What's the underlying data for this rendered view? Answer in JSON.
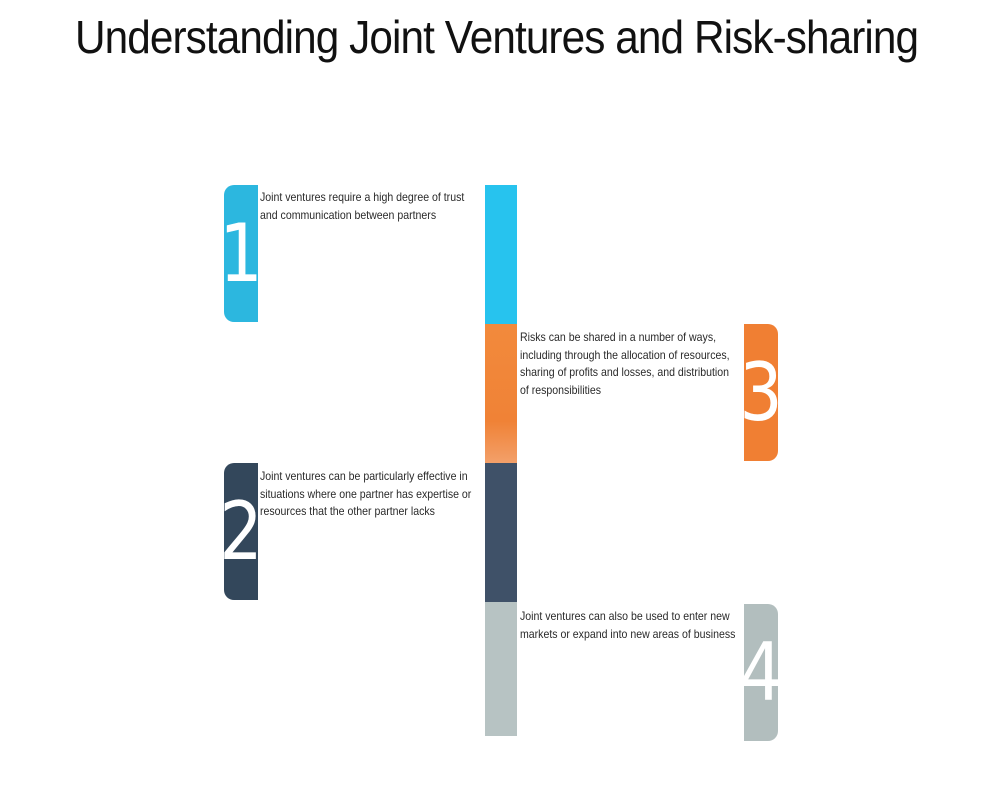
{
  "slide": {
    "title": "Understanding Joint Ventures and Risk-sharing"
  },
  "steps": [
    {
      "number": "1",
      "text": "Joint ventures require a high degree of trust and communication between partners",
      "color": "#2cb7df"
    },
    {
      "number": "2",
      "text": "Joint ventures can be particularly effective in situations where one partner has expertise or resources that the other partner lacks",
      "color": "#33475b"
    },
    {
      "number": "3",
      "text": "Risks can be shared in a number of ways, including through the allocation of resources, sharing of profits and losses, and distribution of responsibilities",
      "color": "#f07f33"
    },
    {
      "number": "4",
      "text": "Joint ventures can also be used to enter new markets or expand into new areas of business",
      "color": "#b2bebe"
    }
  ]
}
